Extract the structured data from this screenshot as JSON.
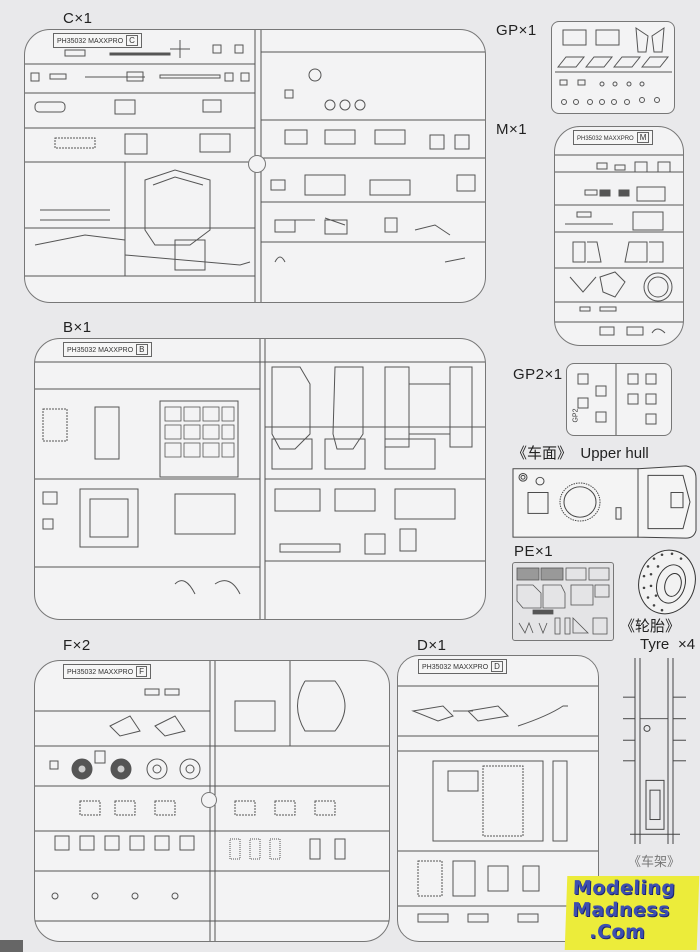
{
  "sheet": {
    "sprue_code": "PH35032 MAXXPRO",
    "sprues": [
      {
        "id": "C",
        "label": "C×1",
        "letter": "C"
      },
      {
        "id": "GP",
        "label": "GP×1"
      },
      {
        "id": "M",
        "label": "M×1",
        "letter": "M"
      },
      {
        "id": "B",
        "label": "B×1",
        "letter": "B"
      },
      {
        "id": "GP2",
        "label": "GP2×1",
        "letter": "GP2"
      },
      {
        "id": "PE",
        "label": "PE×1"
      },
      {
        "id": "F",
        "label": "F×2",
        "letter": "F"
      },
      {
        "id": "D",
        "label": "D×1",
        "letter": "D"
      }
    ],
    "parts": {
      "upper_hull_cn": "《车面》",
      "upper_hull_en": "Upper hull",
      "tyre_cn": "《轮胎》",
      "tyre_en": "Tyre",
      "tyre_qty": "×4",
      "chassis_cn": "《车架》"
    }
  },
  "watermark": {
    "line1": "Modeling",
    "line2": "Madness",
    "line3": ".Com",
    "bg_color": "#ecec3a",
    "text_color": "#3d4fb0"
  }
}
